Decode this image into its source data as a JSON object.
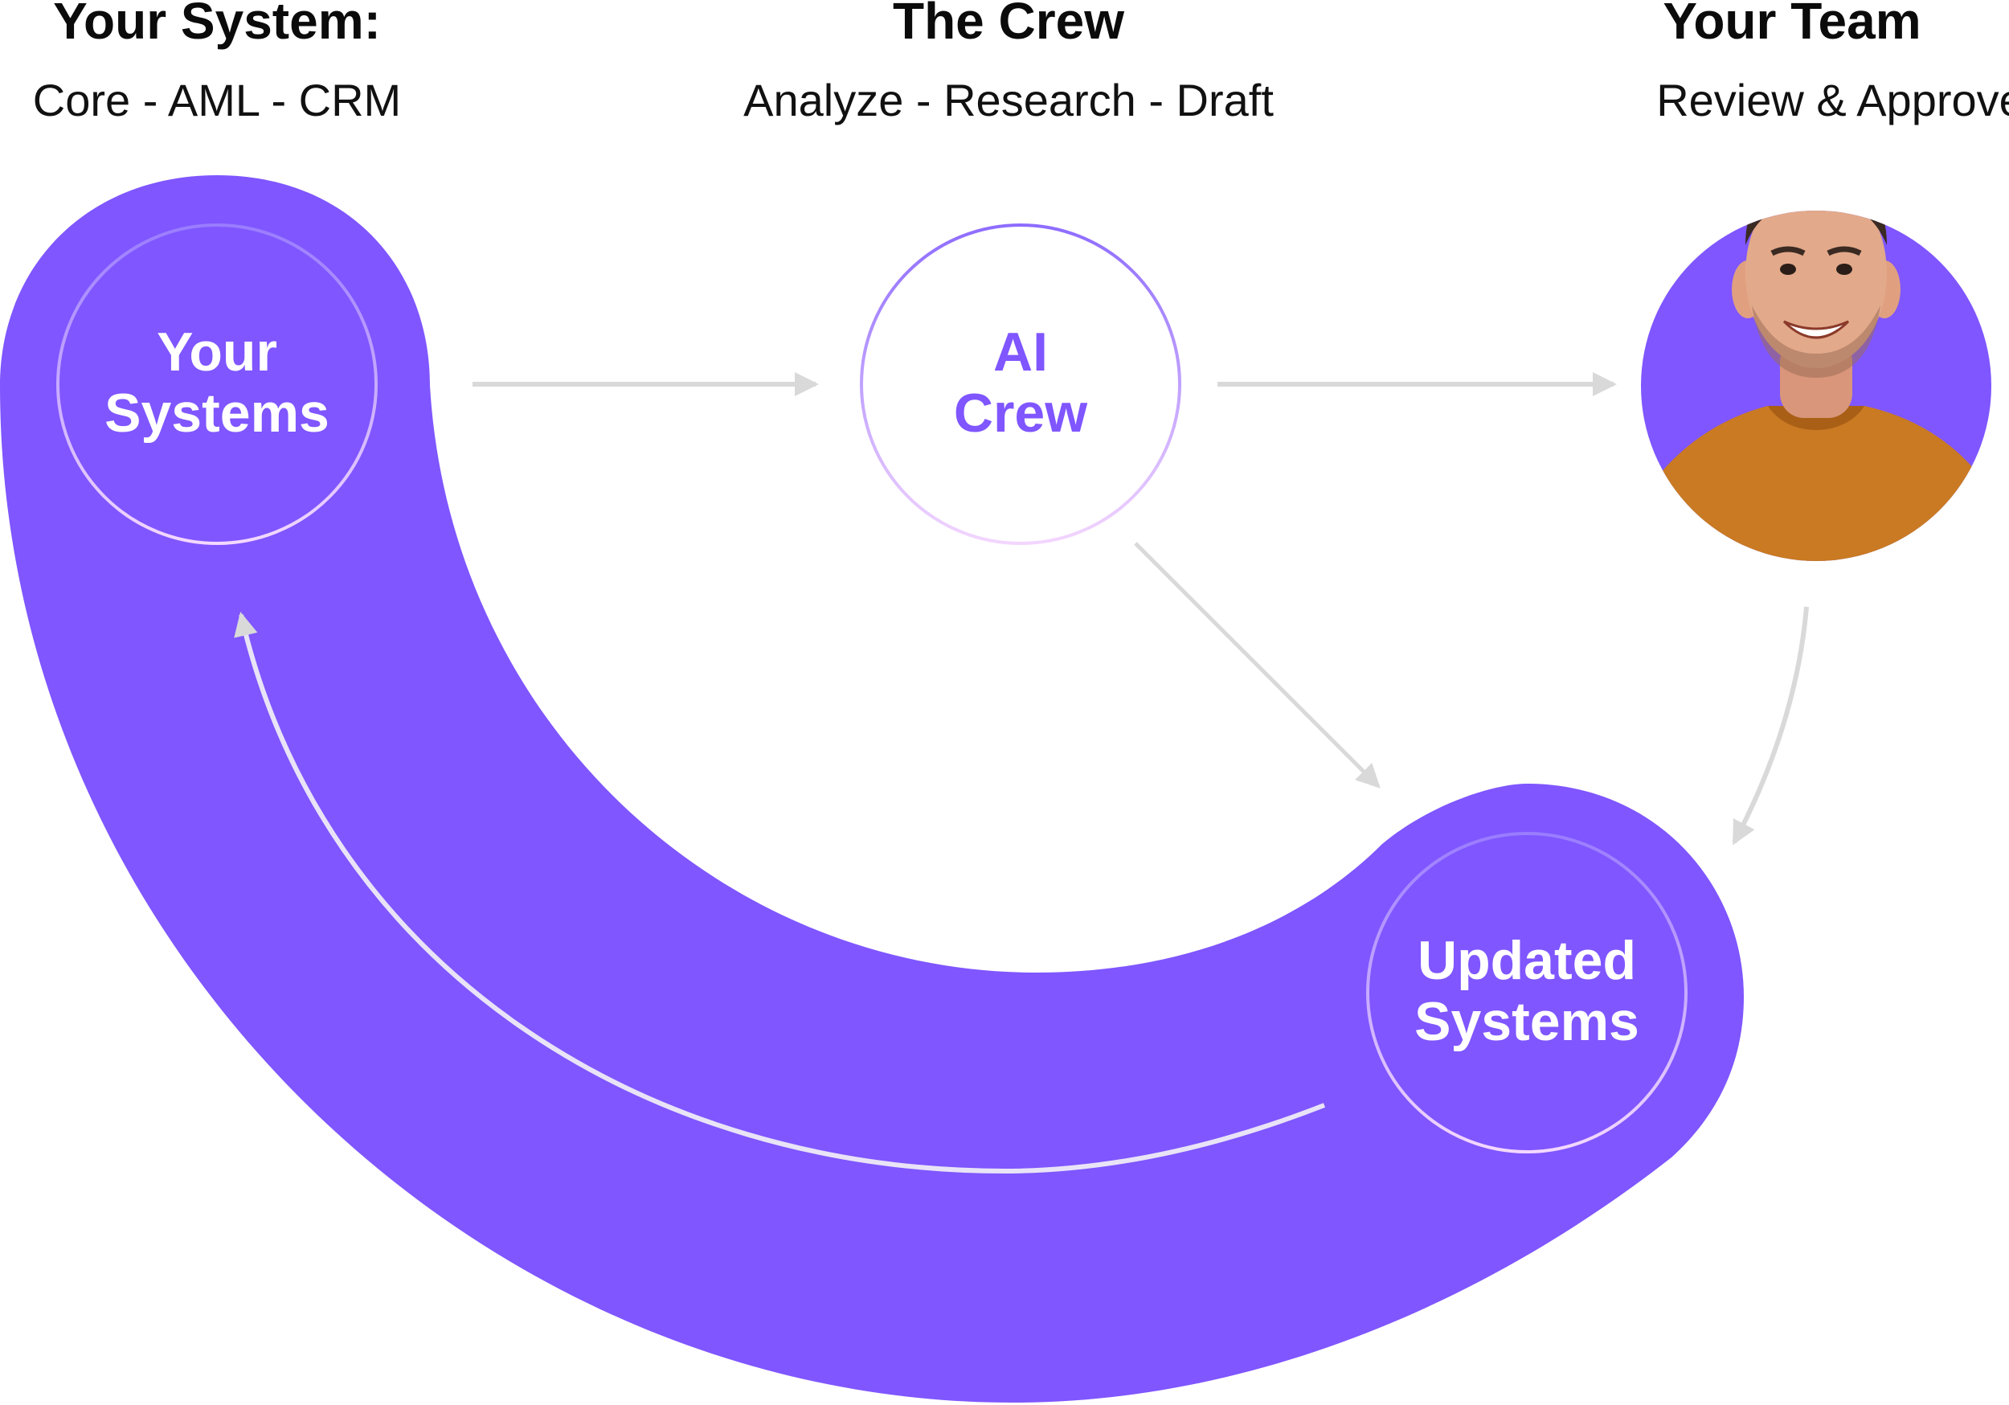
{
  "columns": [
    {
      "title": "Your System:",
      "subtitle": "Core - AML - CRM"
    },
    {
      "title": "The Crew",
      "subtitle": "Analyze - Research - Draft"
    },
    {
      "title": "Your Team",
      "subtitle": "Review & Approve"
    }
  ],
  "nodes": {
    "your_systems": {
      "line1": "Your",
      "line2": "Systems"
    },
    "ai_crew": {
      "line1": "AI",
      "line2": "Crew"
    },
    "updated_systems": {
      "line1": "Updated",
      "line2": "Systems"
    }
  },
  "colors": {
    "accent": "#7F56FF",
    "arrow": "#D9D9D9",
    "ring_light": "#F0D6FF",
    "skin": "#E2A98A",
    "shirt": "#C97A22",
    "hair": "#3A2A22"
  },
  "icons": {
    "team_member": "person-photo-avatar"
  }
}
